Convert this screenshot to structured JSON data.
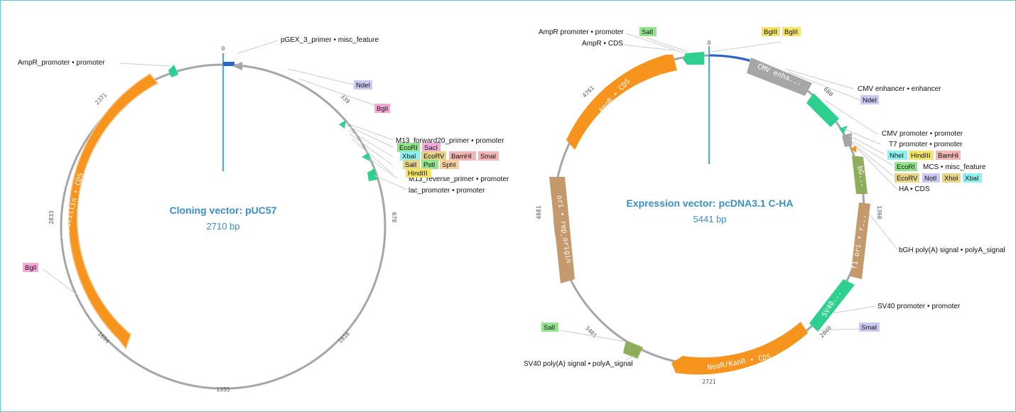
{
  "maps": [
    {
      "title": "Cloning vector: pUC57",
      "size": "2710 bp",
      "ticks": [
        "0",
        "339",
        "678",
        "1016",
        "1355",
        "1694",
        "2033",
        "2371"
      ],
      "features": [
        {
          "name": "feature-ampicillin",
          "label": "Ampicillin • CDS",
          "color": "#f7941d"
        }
      ],
      "labels": [
        "pGEX_3_primer • misc_feature",
        "AmpR_promoter • promoter",
        "M13_forward20_primer • promoter",
        "M13_reverse_primer • promoter",
        "lac_promoter • promoter"
      ],
      "enzymes": [
        {
          "name": "NdeI",
          "color": "#c9c9f2"
        },
        {
          "name": "BglI",
          "color": "#f5a9d8"
        },
        {
          "name": "EcoRI",
          "color": "#95e38f"
        },
        {
          "name": "SacI",
          "color": "#f5a9d8"
        },
        {
          "name": "XbaI",
          "color": "#8ff0f0"
        },
        {
          "name": "EcoRV",
          "color": "#e6d48b"
        },
        {
          "name": "BamHI",
          "color": "#f2b6b6"
        },
        {
          "name": "SmaI",
          "color": "#f2b6b6"
        },
        {
          "name": "SalI",
          "color": "#e6d48b"
        },
        {
          "name": "PstI",
          "color": "#95e38f"
        },
        {
          "name": "SphI",
          "color": "#f5d0a0"
        },
        {
          "name": "HindIII",
          "color": "#f5e46a"
        },
        {
          "name": "BglI",
          "color": "#f5a9d8"
        }
      ]
    },
    {
      "title": "Expression vector: pcDNA3.1 C-HA",
      "size": "5441 bp",
      "ticks": [
        "0",
        "680",
        "1360",
        "2040",
        "2721",
        "3401",
        "4081",
        "4761"
      ],
      "features": [
        {
          "name": "feature-cmv",
          "label": "CMV enha...",
          "color": "#a6a6a6"
        },
        {
          "name": "feature-bgh",
          "label": "bG...",
          "color": "#8fae5c"
        },
        {
          "name": "feature-f1ori",
          "label": "f1 ori • r...",
          "color": "#c49a6c"
        },
        {
          "name": "feature-sv40",
          "label": "SV40...",
          "color": "#2ed08f"
        },
        {
          "name": "feature-neor",
          "label": "NeoR/KanR • CDS",
          "color": "#f7941d"
        },
        {
          "name": "feature-ori",
          "label": "ori • rep_origin",
          "color": "#c49a6c"
        },
        {
          "name": "feature-ampr",
          "label": "AmpR • CDS",
          "color": "#f7941d"
        }
      ],
      "labels": [
        "AmpR promoter • promoter",
        "AmpR • CDS",
        "CMV enhancer • enhancer",
        "CMV promoter • promoter",
        "T7 promoter • promoter",
        "MCS • misc_feature",
        "HA • CDS",
        "bGH poly(A) signal • polyA_signal",
        "SV40 promoter • promoter",
        "SV40 poly(A) signal • polyA_signal"
      ],
      "enzymes": [
        {
          "name": "SalI",
          "color": "#95e38f"
        },
        {
          "name": "BglII",
          "color": "#f5e46a"
        },
        {
          "name": "BglII",
          "color": "#f5e46a"
        },
        {
          "name": "NdeI",
          "color": "#c9c9f2"
        },
        {
          "name": "NheI",
          "color": "#8ff0f0"
        },
        {
          "name": "HindIII",
          "color": "#f5e46a"
        },
        {
          "name": "BamHI",
          "color": "#f2b6b6"
        },
        {
          "name": "EcoRI",
          "color": "#95e38f"
        },
        {
          "name": "EcoRV",
          "color": "#e6d48b"
        },
        {
          "name": "NotI",
          "color": "#c9c9f2"
        },
        {
          "name": "XhoI",
          "color": "#e6d48b"
        },
        {
          "name": "XbaI",
          "color": "#8ff0f0"
        },
        {
          "name": "SmaI",
          "color": "#c9c9f2"
        },
        {
          "name": "SalI",
          "color": "#95e38f"
        }
      ]
    }
  ]
}
